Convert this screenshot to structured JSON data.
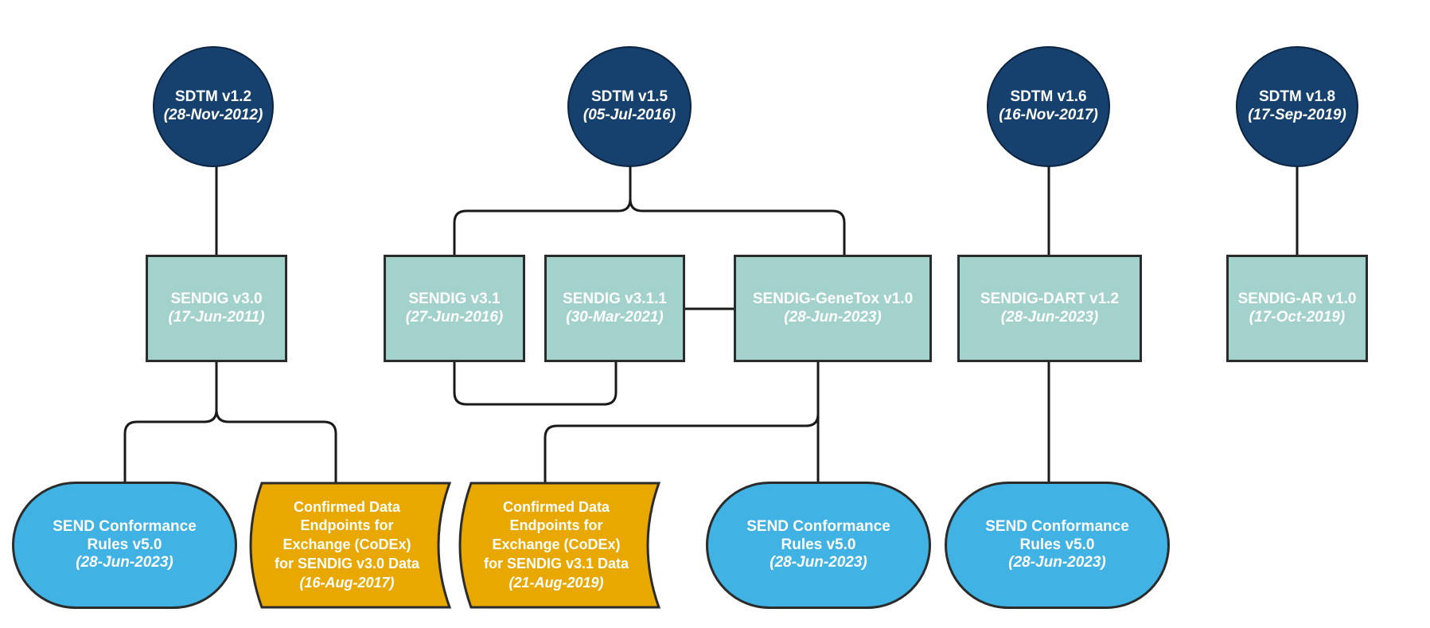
{
  "colors": {
    "sdtm_fill": "#16406e",
    "implementation_guide_fill": "#a3d1cc",
    "conformance_rules_fill": "#40b2e3",
    "codex_fill": "#e8a800",
    "connector": "#1a1a1a"
  },
  "sdtm": [
    {
      "name": "SDTM v1.2",
      "date": "(28-Nov-2012)"
    },
    {
      "name": "SDTM v1.5",
      "date": "(05-Jul-2016)"
    },
    {
      "name": "SDTM v1.6",
      "date": "(16-Nov-2017)"
    },
    {
      "name": "SDTM v1.8",
      "date": "(17-Sep-2019)"
    }
  ],
  "implementation_guides": [
    {
      "name": "SENDIG v3.0",
      "date": "(17-Jun-2011)"
    },
    {
      "name": "SENDIG v3.1",
      "date": "(27-Jun-2016)"
    },
    {
      "name": "SENDIG v3.1.1",
      "date": "(30-Mar-2021)"
    },
    {
      "name": "SENDIG-GeneTox v1.0",
      "date": "(28-Jun-2023)"
    },
    {
      "name": "SENDIG-DART v1.2",
      "date": "(28-Jun-2023)"
    },
    {
      "name": "SENDIG-AR v1.0",
      "date": "(17-Oct-2019)"
    }
  ],
  "conformance_rules": [
    {
      "line1": "SEND Conformance",
      "line2": "Rules v5.0",
      "date": "(28-Jun-2023)"
    },
    {
      "line1": "SEND Conformance",
      "line2": "Rules v5.0",
      "date": "(28-Jun-2023)"
    },
    {
      "line1": "SEND Conformance",
      "line2": "Rules v5.0",
      "date": "(28-Jun-2023)"
    }
  ],
  "codex": [
    {
      "lines": [
        "Confirmed Data",
        "Endpoints for",
        "Exchange (CoDEx)",
        "for SENDIG v3.0 Data"
      ],
      "date": "(16-Aug-2017)"
    },
    {
      "lines": [
        "Confirmed Data",
        "Endpoints for",
        "Exchange (CoDEx)",
        "for SENDIG v3.1 Data"
      ],
      "date": "(21-Aug-2019)"
    }
  ]
}
